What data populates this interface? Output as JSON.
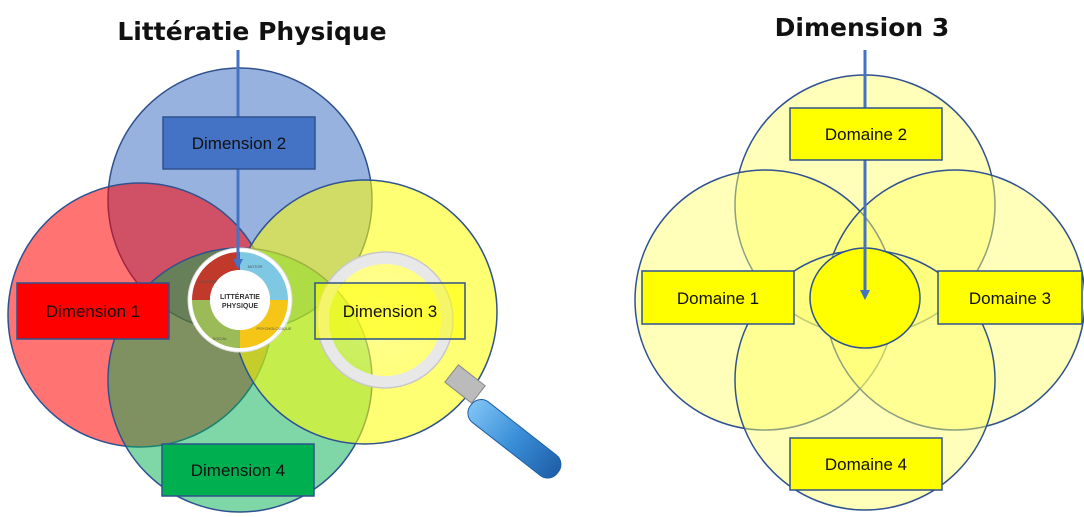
{
  "left_diagram": {
    "title": "Littératie Physique",
    "dimensions": [
      {
        "label": "Dimension 1",
        "color": "#ff0000"
      },
      {
        "label": "Dimension 2",
        "color": "#4472c4"
      },
      {
        "label": "Dimension 3",
        "color": "#ffff00"
      },
      {
        "label": "Dimension 4",
        "color": "#00b050"
      }
    ],
    "logo": {
      "line1": "LITTÉRATIE",
      "line2": "PHYSIQUE",
      "segments": [
        "MOTOR",
        "COGNITIF",
        "PSYCHOLOGIQUE",
        "SOCIAL"
      ]
    }
  },
  "right_diagram": {
    "title": "Dimension 3",
    "domains": [
      {
        "label": "Domaine 1"
      },
      {
        "label": "Domaine 2"
      },
      {
        "label": "Domaine 3"
      },
      {
        "label": "Domaine 4"
      }
    ]
  },
  "colors": {
    "arrow": "#4472c4",
    "outline": "#2f528f",
    "box_border": "#2f528f",
    "yellow_fill": "#ffff66",
    "yellow_box": "#ffff00",
    "magnifier_handle": "#3a8fd8"
  }
}
